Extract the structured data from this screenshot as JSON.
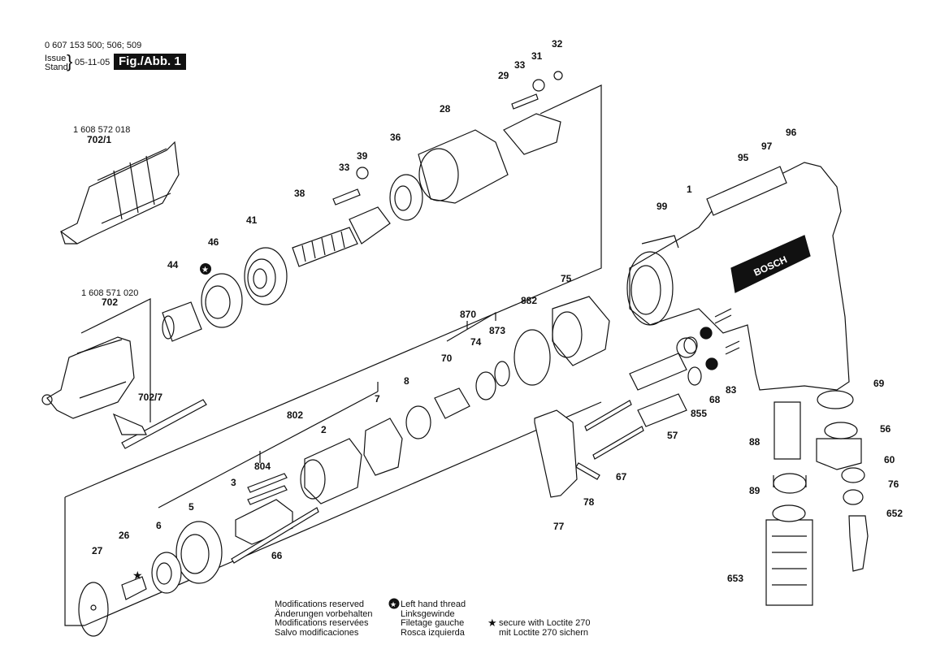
{
  "header": {
    "model_numbers": "0 607 153 500; 506; 509",
    "issue_label": "Issue",
    "stand_label": "Stand",
    "date": "05-11-05",
    "figure_label": "Fig./Abb. 1"
  },
  "chucks": {
    "keyless_part_no": "1 608 572 018",
    "keyless_ref": "702/1",
    "keyed_part_no": "1 608 571 020",
    "keyed_ref": "702",
    "key_ref": "702/7"
  },
  "brand_on_housing": "BOSCH",
  "part_labels": [
    "32",
    "31",
    "33",
    "29",
    "28",
    "36",
    "39",
    "33",
    "38",
    "41",
    "46",
    "44",
    "96",
    "97",
    "95",
    "1",
    "99",
    "75",
    "882",
    "870",
    "873",
    "74",
    "70",
    "8",
    "7",
    "802",
    "2",
    "804",
    "3",
    "5",
    "6",
    "26",
    "27",
    "66",
    "69",
    "56",
    "60",
    "76",
    "652",
    "88",
    "89",
    "653",
    "83",
    "68",
    "855",
    "57",
    "67",
    "78",
    "77"
  ],
  "legend": {
    "modifications": [
      "Modifications reserved",
      "Änderungen vorbehalten",
      "Modifications reservées",
      "Salvo modificaciones"
    ],
    "left_hand_thread": [
      "Left hand thread",
      "Linksgewinde",
      "Filetage gauche",
      "Rosca izquierda"
    ],
    "loctite": [
      "secure with Loctite 270",
      "mit Loctite 270 sichern"
    ]
  },
  "colors": {
    "ink": "#111111",
    "paper": "#ffffff"
  }
}
